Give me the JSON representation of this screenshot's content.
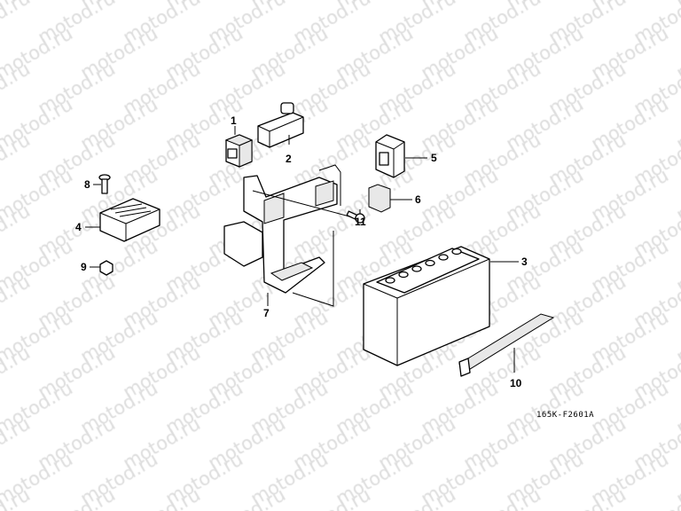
{
  "watermark": "motod.ru",
  "diagram_code": "165K-F2601A",
  "callouts": [
    {
      "id": "callout-1",
      "number": "1"
    },
    {
      "id": "callout-2",
      "number": "2"
    },
    {
      "id": "callout-3",
      "number": "3"
    },
    {
      "id": "callout-4",
      "number": "4"
    },
    {
      "id": "callout-5",
      "number": "5"
    },
    {
      "id": "callout-6",
      "number": "6"
    },
    {
      "id": "callout-7",
      "number": "7"
    },
    {
      "id": "callout-8",
      "number": "8"
    },
    {
      "id": "callout-9",
      "number": "9"
    },
    {
      "id": "callout-10",
      "number": "10"
    },
    {
      "id": "callout-11",
      "number": "11"
    }
  ]
}
